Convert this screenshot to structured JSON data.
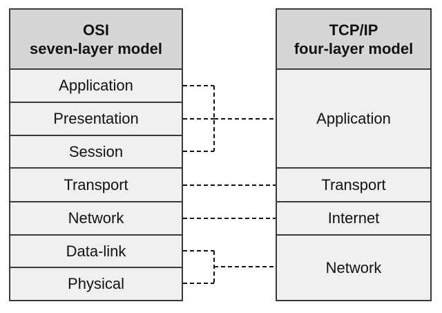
{
  "osi": {
    "title_line1": "OSI",
    "title_line2": "seven-layer model",
    "layers": [
      "Application",
      "Presentation",
      "Session",
      "Transport",
      "Network",
      "Data-link",
      "Physical"
    ]
  },
  "tcp": {
    "title_line1": "TCP/IP",
    "title_line2": "four-layer model",
    "layers": [
      "Application",
      "Transport",
      "Internet",
      "Network"
    ]
  },
  "style": {
    "border_color": "#3a3a3a",
    "header_fill": "#d6d6d6",
    "cell_fill": "#f0f0f0",
    "connector_style": "dashed"
  }
}
